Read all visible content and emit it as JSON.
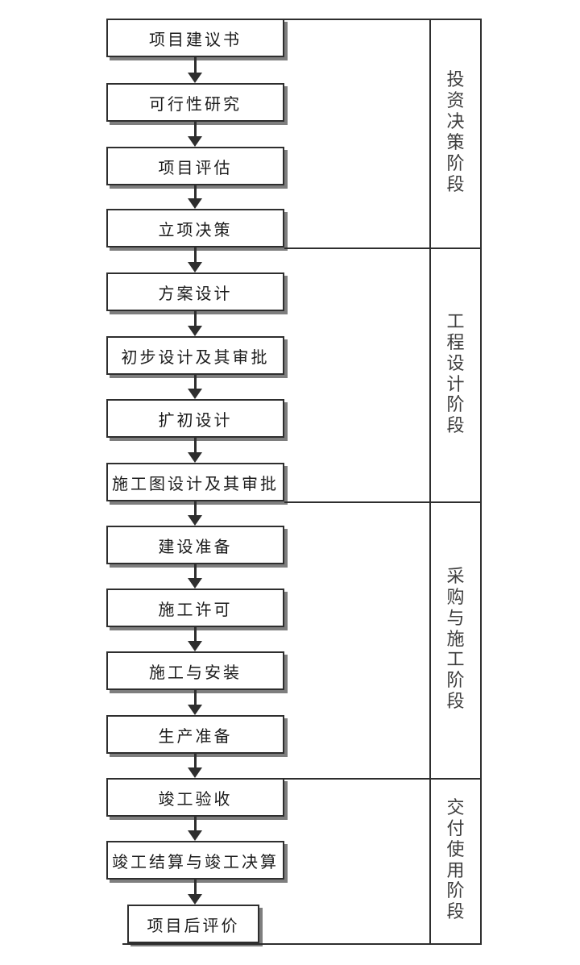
{
  "colors": {
    "line": "#2e2e2e",
    "shadow": "#7e7e7e",
    "box_text": "#1b1b1b",
    "phase_text": "#3d3d3d",
    "background": "#ffffff"
  },
  "flowchart": {
    "phases": [
      {
        "label": "投资决策阶段",
        "steps": [
          "项目建议书",
          "可行性研究",
          "项目评估",
          "立项决策"
        ]
      },
      {
        "label": "工程设计阶段",
        "steps": [
          "方案设计",
          "初步设计及其审批",
          "扩初设计",
          "施工图设计及其审批"
        ]
      },
      {
        "label": "采购与施工阶段",
        "steps": [
          "建设准备",
          "施工许可",
          "施工与安装",
          "生产准备"
        ]
      },
      {
        "label": "交付使用阶段",
        "steps": [
          "竣工验收",
          "竣工结算与竣工决算",
          "项目后评价"
        ]
      }
    ]
  }
}
